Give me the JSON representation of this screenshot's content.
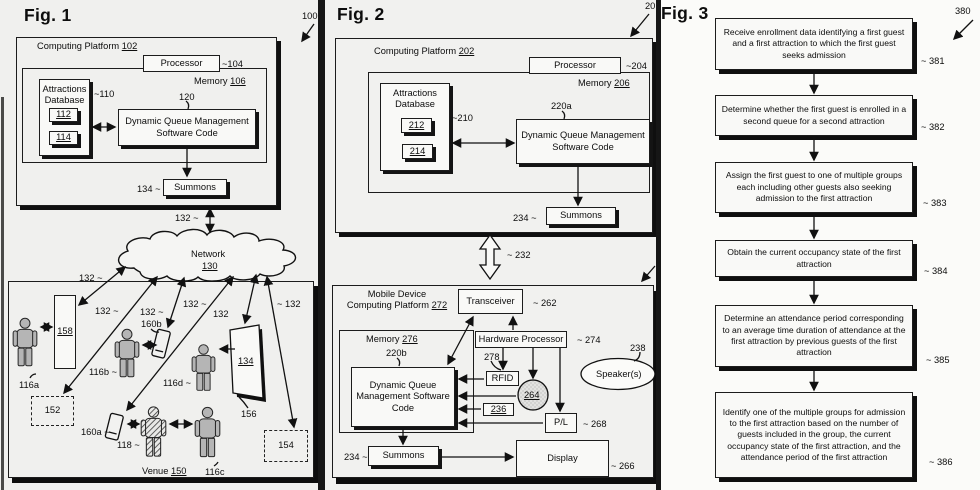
{
  "fig1": {
    "title": "Fig. 1",
    "ref": "100",
    "platform": {
      "label": "Computing Platform",
      "num": "102"
    },
    "processor": {
      "label": "Processor",
      "ref": "~104"
    },
    "memory": {
      "label": "Memory",
      "num": "106"
    },
    "adb": {
      "line1": "Attractions",
      "line2": "Database",
      "ref": "~110",
      "row1": "112",
      "row2": "114"
    },
    "dqm": {
      "label": "Dynamic Queue Management Software Code",
      "ref": "120"
    },
    "summons": {
      "label": "Summons",
      "ref": "134 ~"
    },
    "link": {
      "ref": "132 ~"
    },
    "network": {
      "label": "Network",
      "num": "130",
      "link_ref": "132 ~"
    },
    "venue": {
      "label": "Venue",
      "num": "150",
      "kiosk": "158",
      "links": [
        "132 ~",
        "132 ~",
        "132 ~",
        "132",
        "~ 132"
      ],
      "guest_a": "116a",
      "guest_b": "116b ~",
      "guest_c": "116c",
      "guest_d": "116d ~",
      "guest_h": "118 ~",
      "phone_a": "160a ~",
      "phone_b": "160b",
      "sign": {
        "num": "134",
        "ref": "156"
      },
      "zone_a": "152",
      "zone_b": "154"
    }
  },
  "fig2": {
    "title": "Fig. 2",
    "ref": "20",
    "platform": {
      "label": "Computing Platform",
      "num": "202"
    },
    "processor": {
      "label": "Processor",
      "ref": "~204"
    },
    "memory": {
      "label": "Memory",
      "num": "206"
    },
    "adb": {
      "line1": "Attractions",
      "line2": "Database",
      "ref": "~210",
      "row1": "212",
      "row2": "214"
    },
    "dqm": {
      "label": "Dynamic Queue Management Software Code",
      "ref": "220a"
    },
    "summons": {
      "label": "Summons",
      "ref": "234 ~"
    },
    "link": {
      "ref": "~ 232"
    },
    "mobile": {
      "line1": "Mobile Device",
      "line2": "Computing Platform",
      "num": "272",
      "transceiver": {
        "label": "Transceiver",
        "ref": "~ 262"
      },
      "memory": {
        "label": "Memory",
        "num": "276"
      },
      "dqm": {
        "label": "Dynamic Queue Management Software Code",
        "ref": "220b"
      },
      "hwp": {
        "label": "Hardware Processor",
        "ref": "~ 274"
      },
      "rfid": {
        "label": "RFID",
        "ref": "278"
      },
      "sensor": "264",
      "module": "236",
      "pl": {
        "label": "P/L",
        "ref": "~ 268"
      },
      "speaker": {
        "label": "Speaker(s)",
        "ref": "238"
      },
      "summons": {
        "label": "Summons",
        "ref": "234 ~"
      },
      "display": {
        "label": "Display",
        "ref": "~ 266"
      }
    }
  },
  "fig3": {
    "title": "Fig. 3",
    "ref": "380",
    "steps": [
      {
        "text": "Receive enrollment data identifying a first guest and a first attraction to which the first guest seeks admission",
        "ref": "~ 381"
      },
      {
        "text": "Determine whether the first guest is enrolled in a second queue for a second attraction",
        "ref": "~ 382"
      },
      {
        "text": "Assign the first guest to one of multiple groups each including other guests also seeking admission to the first attraction",
        "ref": "~ 383"
      },
      {
        "text": "Obtain the current occupancy state of the first attraction",
        "ref": "~ 384"
      },
      {
        "text": "Determine an attendance period corresponding to an average time duration of attendance at the first attraction by previous guests of the first attraction",
        "ref": "~ 385"
      },
      {
        "text": "Identify one of the multiple groups for admission to the first attraction based on the number of guests included in the group, the current occupancy state of the first attraction, and the attendance period of the first attraction",
        "ref": "~ 386"
      }
    ]
  }
}
